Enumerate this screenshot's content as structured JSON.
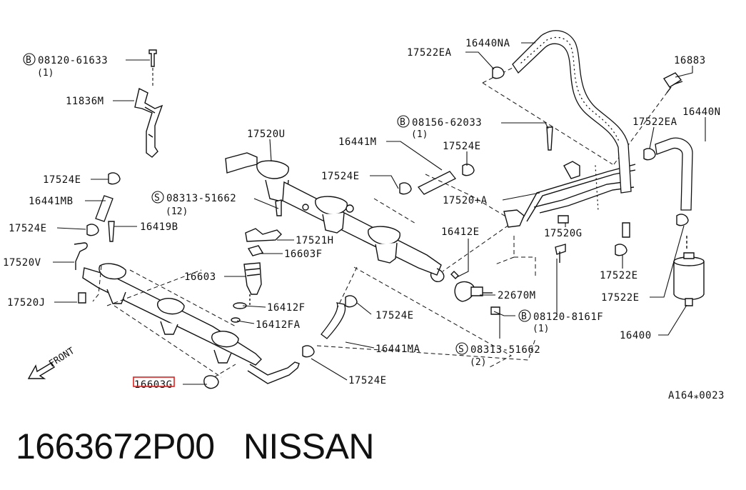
{
  "labels": {
    "bolt_08120_61633": "08120-61633",
    "bolt_08120_61633_qty": "(1)",
    "bracket_11836M": "11836M",
    "clip_17524E_a": "17524E",
    "hose_16441MB": "16441MB",
    "clip_17524E_b": "17524E",
    "bolt_16419B": "16419B",
    "tube_17520V": "17520V",
    "grommet_17520J": "17520J",
    "screw_08313_51662_a": "08313-51662",
    "screw_08313_51662_a_qty": "(12)",
    "rail_17520U": "17520U",
    "hose_16441M": "16441M",
    "clip_17524E_c": "17524E",
    "clip_17524E_d": "17524E",
    "tube_17520A": "17520+A",
    "bracket_17521H": "17521H",
    "insulator_16603F": "16603F",
    "injector_16603": "16603",
    "oring_16412F": "16412F",
    "oring_16412FA": "16412FA",
    "oring_16412E": "16412E",
    "regulator_22670M": "22670M",
    "bolt_08156_62033": "08156-62033",
    "bolt_08156_62033_qty": "(1)",
    "clip_17522EA_a": "17522EA",
    "hose_16440NA": "16440NA",
    "clip_16883": "16883",
    "clip_17522EA_b": "17522EA",
    "hose_16440N": "16440N",
    "grommet_17520G": "17520G",
    "clip_17522E_a": "17522E",
    "clip_17522E_b": "17522E",
    "filter_16400": "16400",
    "bolt_08120_8161F": "08120-8161F",
    "bolt_08120_8161F_qty": "(1)",
    "clip_17524E_e": "17524E",
    "hose_16441MA": "16441MA",
    "screw_08313_51662_b": "08313-51662",
    "screw_08313_51662_b_qty": "(2)",
    "clip_17524E_f": "17524E",
    "insulator_16603G": "16603G",
    "front_arrow": "FRONT",
    "diagram_code": "A164⁎0023",
    "prefix_b": "B",
    "prefix_s": "S"
  },
  "highlight": {
    "color": "#e0201c",
    "target": "16603G"
  },
  "footer": {
    "part_number": "1663672P00",
    "brand": "NISSAN"
  }
}
